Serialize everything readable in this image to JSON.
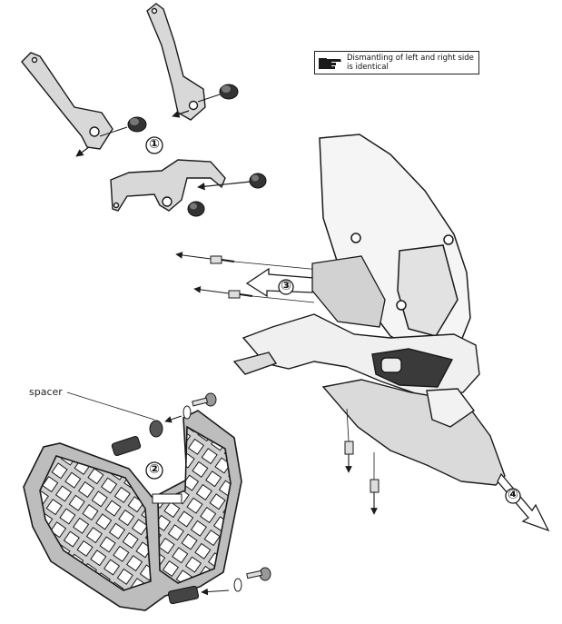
{
  "note": {
    "icon": "pointing-hand-icon",
    "line1": "Dismantling of left and right side",
    "line2": "is identical"
  },
  "steps": {
    "step1": "①",
    "step2": "②",
    "step3": "③",
    "step4": "④"
  },
  "labels": {
    "spacer": "spacer"
  },
  "colors": {
    "line": "#2a2a2a",
    "part_fill": "#dcdcdc",
    "part_dark": "#8a8a8a",
    "screen_fill": "#f3f3f3",
    "outline": "#1a1a1a"
  }
}
